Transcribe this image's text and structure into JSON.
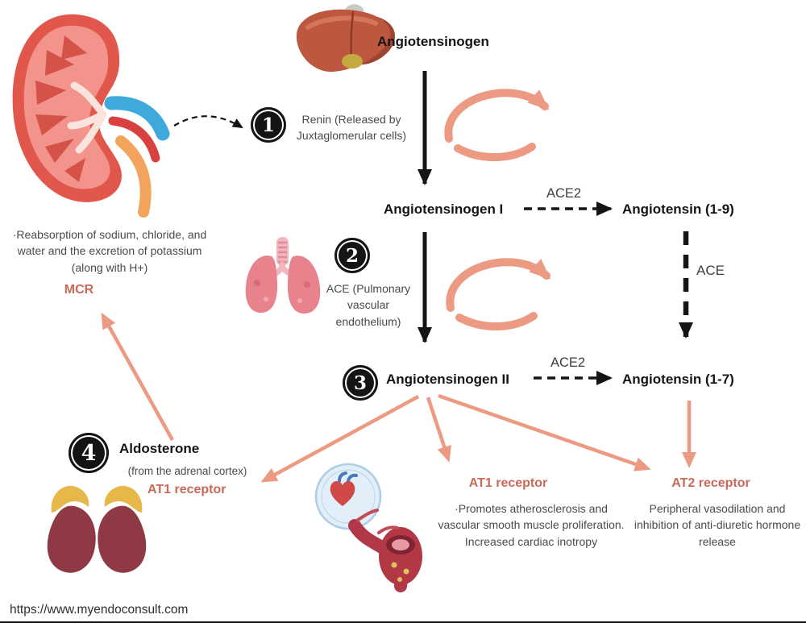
{
  "diagram": {
    "title_nodes": {
      "angiotensinogen": "Angiotensinogen",
      "angiotensinogen_i": "Angiotensinogen I",
      "angiotensin_1_9": "Angiotensin (1-9)",
      "angiotensinogen_ii": "Angiotensinogen II",
      "angiotensin_1_7": "Angiotensin (1-7)"
    },
    "enzymes": {
      "ace2_top": "ACE2",
      "ace2_bottom": "ACE2",
      "ace": "ACE"
    },
    "steps": {
      "step1": {
        "number": "1",
        "label": "Renin (Released by Juxtaglomerular cells)"
      },
      "step2": {
        "number": "2",
        "label": "ACE (Pulmonary vascular endothelium)"
      },
      "step3": {
        "number": "3"
      },
      "step4": {
        "number": "4",
        "label": "Aldosterone",
        "sublabel": "(from the adrenal cortex)"
      }
    },
    "effects": {
      "mcr_note": "·Reabsorption of sodium, chloride, and water and the excretion of potassium (along with H+)",
      "mcr": "MCR",
      "at1_left": "AT1 receptor",
      "at1_center": "AT1 receptor",
      "at1_center_note": "·Promotes atherosclerosis and vascular smooth muscle proliferation. Increased cardiac inotropy",
      "at2": "AT2 receptor",
      "at2_note": "Peripheral vasodilation and inhibition of anti-diuretic hormone release"
    },
    "illustrations": [
      "kidney-illustration",
      "liver-illustration",
      "lungs-illustration",
      "adrenal-glands-illustration",
      "heart-vessel-illustration"
    ],
    "footer": {
      "url": "https://www.myendoconsult.com"
    },
    "colors": {
      "salmon": "#EC9A82",
      "salmon_dark": "#C9695A",
      "ink": "#141414",
      "gray_text": "#4A4A4A"
    }
  }
}
